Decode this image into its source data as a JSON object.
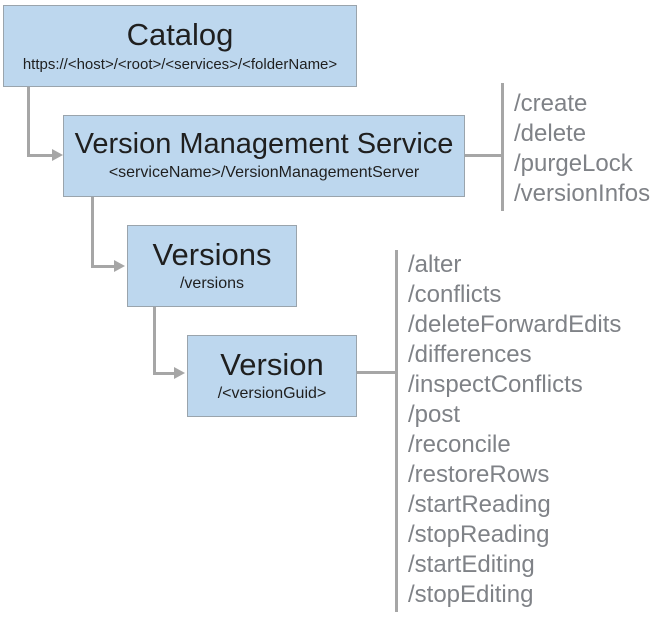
{
  "diagram": {
    "name": "Version Management Service REST hierarchy",
    "colors": {
      "node_fill": "#bdd7ee",
      "node_border": "#9aa4ac",
      "connector": "#a6a6a6",
      "operation_text": "#7f8287",
      "node_text": "#1f1f1f"
    },
    "nodes": {
      "catalog": {
        "title": "Catalog",
        "subtitle": "https://<host>/<root>/<services>/<folderName>"
      },
      "vms": {
        "title": "Version Management Service",
        "subtitle": "<serviceName>/VersionManagementServer"
      },
      "versions": {
        "title": "Versions",
        "subtitle": "/versions"
      },
      "version": {
        "title": "Version",
        "subtitle": "/<versionGuid>"
      }
    },
    "operations": {
      "vms": {
        "items": [
          "/create",
          "/delete",
          "/purgeLock",
          "/versionInfos"
        ]
      },
      "version": {
        "items": [
          "/alter",
          "/conflicts",
          "/deleteForwardEdits",
          "/differences",
          "/inspectConflicts",
          "/post",
          "/reconcile",
          "/restoreRows",
          "/startReading",
          "/stopReading",
          "/startEditing",
          "/stopEditing"
        ]
      }
    }
  }
}
